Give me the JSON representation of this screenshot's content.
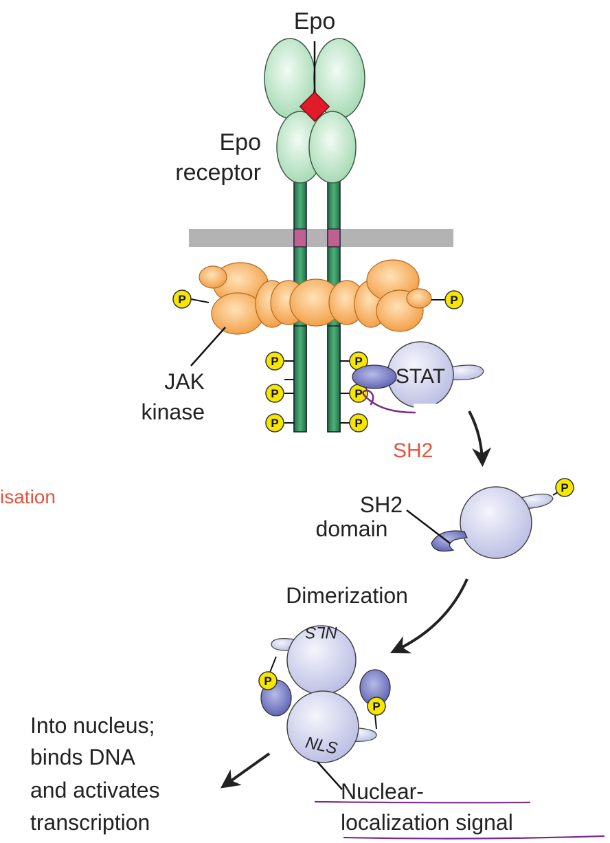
{
  "labels": {
    "epo": "Epo",
    "epo_receptor_line1": "Epo",
    "epo_receptor_line2": "receptor",
    "jak_line1": "JAK",
    "jak_line2": "kinase",
    "stat": "STAT",
    "sh2_red": "SH2",
    "isation_red": "isation",
    "sh2_domain_line1": "SH2",
    "sh2_domain_line2": "domain",
    "dimerization": "Dimerization",
    "nls_top": "NLS",
    "nls_bottom": "NLS",
    "nucleus_line1": "Into nucleus;",
    "nucleus_line2": "binds DNA",
    "nucleus_line3": "and activates",
    "nucleus_line4": "transcription",
    "nls_signal_line1": "Nuclear-",
    "nls_signal_line2": "localization signal",
    "phospho": "P"
  },
  "colors": {
    "receptor_green": "#bfe6c8",
    "membrane_gray": "#b3b3b3",
    "chain_green": "#2e8b57",
    "tm_pink": "#c0608e",
    "jak_orange": "#f7b36a",
    "stat_lavender": "#d6d8f0",
    "sh2_blue": "#7b7fc0",
    "phospho_yellow": "#f6e600",
    "epo_red": "#e21b2a",
    "annotation_red": "#e5533d",
    "annotation_purple": "#7a2a8c"
  }
}
